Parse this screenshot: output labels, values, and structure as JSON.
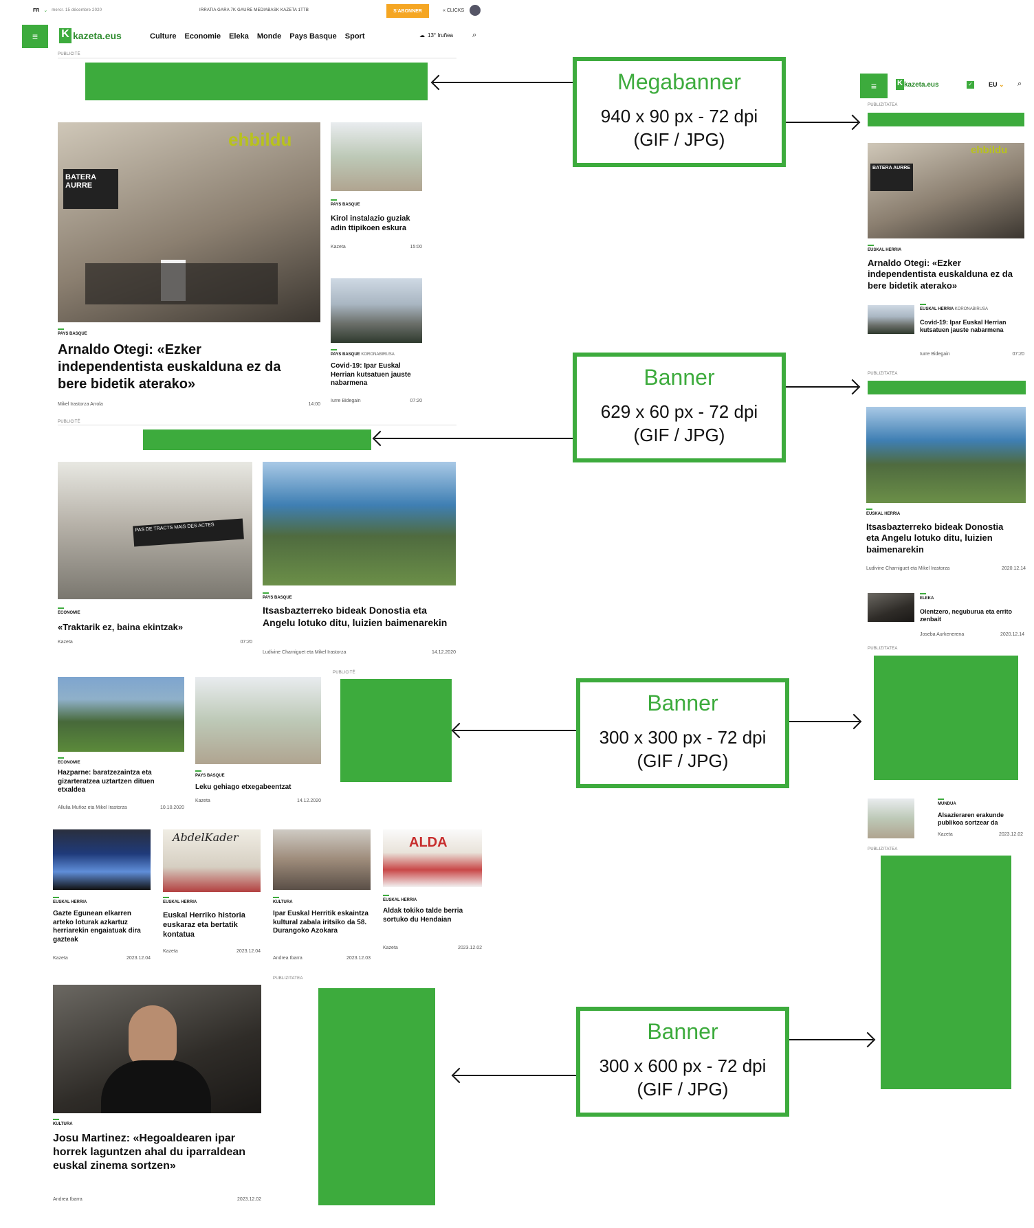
{
  "desktop": {
    "topbar": {
      "lang": "FR",
      "date": "mercr. 15 décembre 2020",
      "links": "IRRATIA GARA 7K GAURE MEDIABASK KAZETA 1TTB",
      "subscribe": "S'ABONNER",
      "clicks": "CLICKS"
    },
    "logo": "kazeta.eus",
    "nav": [
      "Culture",
      "Economie",
      "Eleka",
      "Monde",
      "Pays Basque",
      "Sport"
    ],
    "weather": "13° Iruñea",
    "pub_label": "PUBLICITÉ",
    "lead": {
      "image_text_1": "ehbildu",
      "image_text_2": "BATERA AURRE",
      "category": "PAYS BASQUE",
      "title": "Arnaldo Otegi: «Ezker independentista euskalduna ez da bere bidetik aterako»",
      "author": "Mikel Irastorza Arrola",
      "time": "14:00"
    },
    "side1": {
      "category": "PAYS BASQUE",
      "title": "Kirol instalazio guziak adin ttipikoen eskura",
      "author": "Kazeta",
      "time": "15:00"
    },
    "side2": {
      "category": "PAYS BASQUE",
      "category2": "KORONABIRUSA",
      "title": "Covid-19: Ipar Euskal Herrian kutsatuen jauste nabarmena",
      "author": "Iurre Bidegain",
      "time": "07:20"
    },
    "row2": [
      {
        "category": "ECONOMIE",
        "title": "«Traktarik ez, baina ekintzak»",
        "author": "Kazeta",
        "time": "07:20",
        "img_text": "PAS DE TRACTS MAIS DES ACTES"
      },
      {
        "category": "PAYS BASQUE",
        "title": "Itsasbazterreko bideak Donostia eta Angelu lotuko ditu, luizien baimenarekin",
        "author": "Ludivine Charniguet eta Mikel Irastorza",
        "time": "14.12.2020"
      }
    ],
    "row3": [
      {
        "category": "ECONOMIE",
        "title": "Hazparne: baratzezaintza eta gizarteratzea uztartzen dituen etxaldea",
        "author": "Allulia Muñoz eta Mikel Irastorza",
        "time": "10.10.2020"
      },
      {
        "category": "PAYS BASQUE",
        "title": "Leku gehiago etxegabeentzat",
        "author": "Kazeta",
        "time": "14.12.2020"
      }
    ],
    "row4": [
      {
        "category": "EUSKAL HERRIA",
        "title": "Gazte Egunean elkarren arteko loturak azkartuz herriarekin engaiatuak dira gazteak",
        "author": "Kazeta",
        "time": "2023.12.04"
      },
      {
        "category": "EUSKAL HERRIA",
        "title": "Euskal Herriko historia euskaraz eta bertatik kontatua",
        "author": "Kazeta",
        "time": "2023.12.04",
        "img_text": "AbdelKader"
      },
      {
        "category": "KULTURA",
        "title": "Ipar Euskal Herritik eskaintza kultural zabala iritsiko da 58. Durangoko Azokara",
        "author": "Andrea Ibarra",
        "time": "2023.12.03"
      },
      {
        "category": "EUSKAL HERRIA",
        "title": "Aldak tokiko talde berria sortuko du Hendaian",
        "author": "Kazeta",
        "time": "2023.12.02",
        "img_text": "ALDA"
      }
    ],
    "pub_label2": "PUBLIZITATEA",
    "feature": {
      "category": "KULTURA",
      "title": "Josu Martinez: «Hegoaldearen ipar horrek laguntzen ahal du iparraldean euskal zinema sortzen»",
      "author": "Andrea Ibarra",
      "time": "2023.12.02"
    }
  },
  "mobile": {
    "logo": "kazeta.eus",
    "lang": "EU",
    "pub_label": "PUBLIZITATEA",
    "lead": {
      "category": "EUSKAL HERRIA",
      "title": "Arnaldo Otegi: «Ezker independentista euskalduna ez da bere bidetik aterako»",
      "img_text_1": "ehbildu",
      "img_text_2": "BATERA AURRE"
    },
    "item1": {
      "category": "EUSKAL HERRIA",
      "category2": "KORONABIRUSA",
      "title": "Covid-19: Ipar Euskal Herrian kutsatuen jauste nabarmena",
      "author": "Iurre Bidegain",
      "time": "07:20"
    },
    "lead2": {
      "category": "EUSKAL HERRIA",
      "title": "Itsasbazterreko bideak Donostia eta Angelu lotuko ditu, luizien baimenarekin",
      "author": "Ludivine Charniguet eta Mikel Irastorza",
      "time": "2020.12.14"
    },
    "item2": {
      "category": "ELEKA",
      "title": "Olentzero, neguburua eta errito zenbait",
      "author": "Joseba Aurkenerena",
      "time": "2020.12.14"
    },
    "item3": {
      "category": "MUNDUA",
      "title": "Alsazieraren erakunde publikoa sortzear da",
      "author": "Kazeta",
      "time": "2023.12.02"
    }
  },
  "callouts": [
    {
      "title": "Megabanner",
      "size": "940 x 90 px",
      "dpi": " - 72 dpi",
      "format": "(GIF / JPG)"
    },
    {
      "title": "Banner",
      "size": "629 x 60 px",
      "dpi": " - 72 dpi",
      "format": "(GIF / JPG)"
    },
    {
      "title": "Banner",
      "size": "300 x 300 px",
      "dpi": " - 72 dpi",
      "format": "(GIF / JPG)"
    },
    {
      "title": "Banner",
      "size": "300 x 600 px",
      "dpi": " - 72 dpi",
      "format": "(GIF / JPG)"
    }
  ],
  "colors": {
    "accent": "#3dab3d",
    "subscribe": "#f5a623"
  }
}
